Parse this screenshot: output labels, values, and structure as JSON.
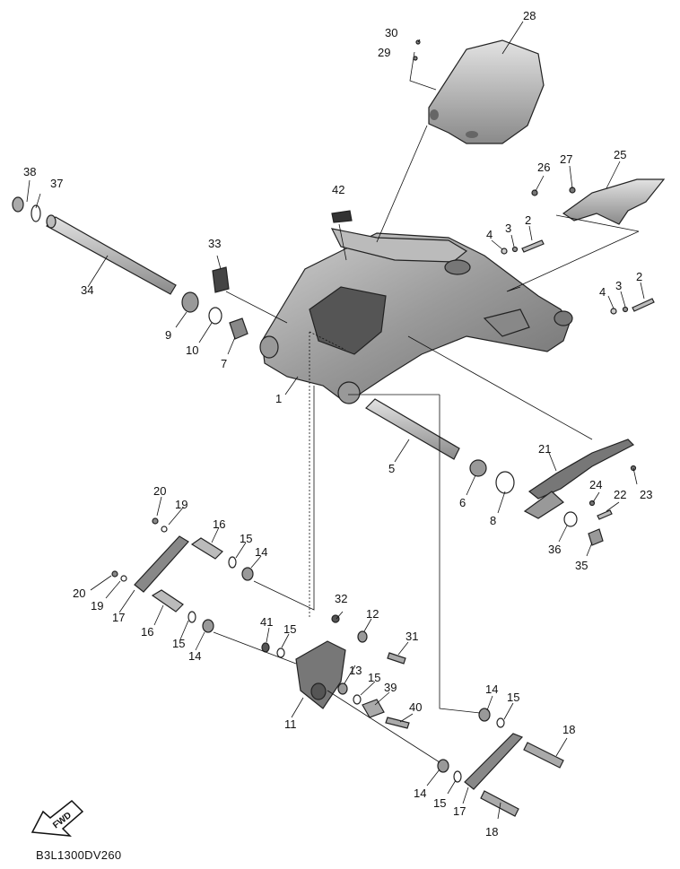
{
  "diagram": {
    "code": "B3L1300DV260",
    "fwd_label": "FWD",
    "callouts": [
      "1",
      "2",
      "3",
      "4",
      "5",
      "6",
      "7",
      "8",
      "9",
      "10",
      "11",
      "12",
      "13",
      "14",
      "15",
      "16",
      "17",
      "18",
      "19",
      "20",
      "21",
      "22",
      "23",
      "24",
      "25",
      "26",
      "27",
      "28",
      "29",
      "30",
      "31",
      "32",
      "33",
      "34",
      "35",
      "36",
      "37",
      "38",
      "39",
      "40",
      "41",
      "42"
    ]
  }
}
